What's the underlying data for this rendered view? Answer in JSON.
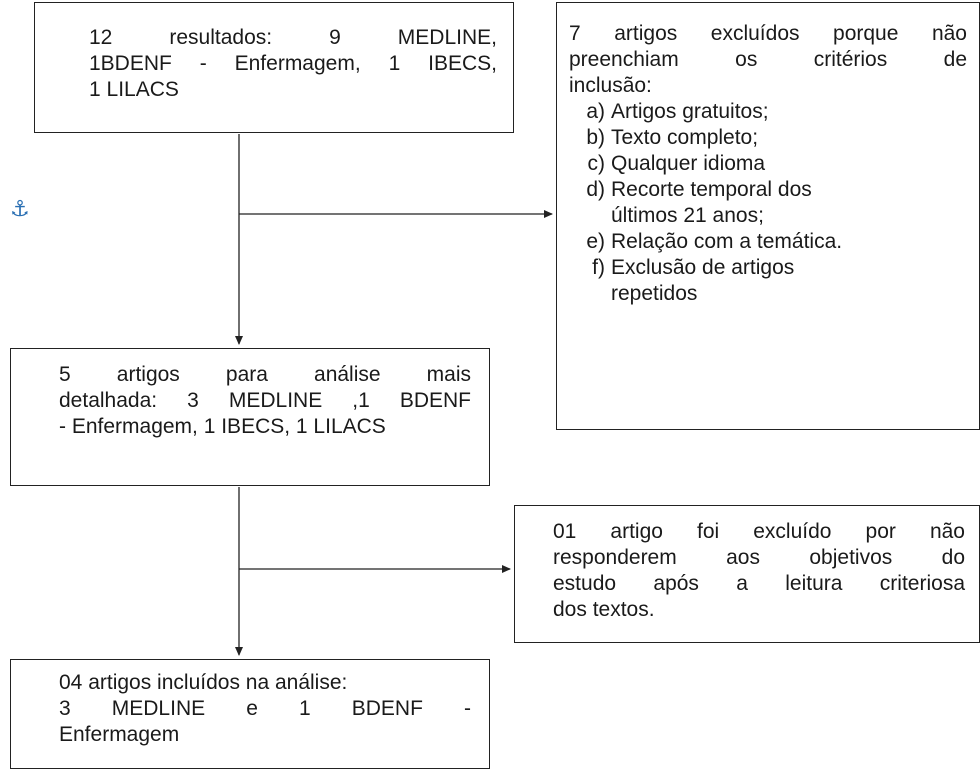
{
  "boxes": {
    "results": {
      "line1": "12 resultados: 9 MEDLINE,",
      "line2": "1BDENF - Enfermagem, 1 IBECS,",
      "line3": "1 LILACS"
    },
    "excluded_7": {
      "intro_line1": "7 artigos excluídos porque não",
      "intro_line2": "preenchiam os critérios de",
      "intro_line3": "inclusão:",
      "criteria": [
        {
          "marker": "a)",
          "text": "Artigos gratuitos;"
        },
        {
          "marker": "b)",
          "text": "Texto completo;"
        },
        {
          "marker": "c)",
          "text": "Qualquer idioma"
        },
        {
          "marker": "d)",
          "text": "Recorte temporal dos últimos 21 anos;"
        },
        {
          "marker": "e)",
          "text": "Relação com a temática."
        },
        {
          "marker": "f)",
          "text": "Exclusão de artigos repetidos"
        }
      ]
    },
    "analysis_5": {
      "line1": "5 artigos para análise mais",
      "line2": "detalhada: 3 MEDLINE ,1 BDENF",
      "line3": "- Enfermagem, 1 IBECS, 1 LILACS"
    },
    "excluded_1": {
      "line1": "01 artigo foi excluído por não",
      "line2": "responderem aos objetivos do",
      "line3": "estudo após a leitura criteriosa",
      "line4": "dos textos."
    },
    "included_4": {
      "line1": "04 artigos incluídos na análise:",
      "line2": "3 MEDLINE e 1 BDENF -",
      "line3": "Enfermagem"
    }
  },
  "icons": {
    "anchor": "anchor-icon"
  },
  "colors": {
    "line": "#222222",
    "anchor": "#2a6fb3"
  }
}
